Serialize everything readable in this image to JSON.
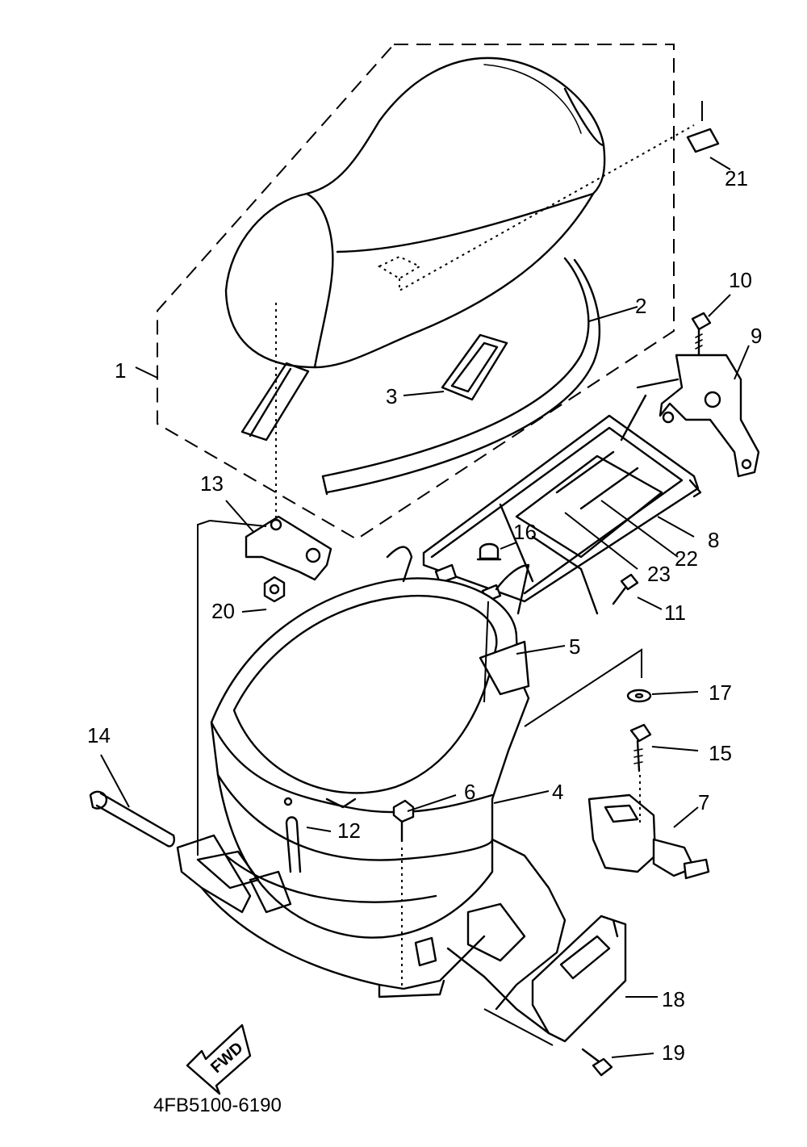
{
  "diagram": {
    "part_code": "4FB5100-6190",
    "fwd_label": "FWD",
    "callouts": {
      "c1": "1",
      "c2": "2",
      "c3": "3",
      "c4": "4",
      "c5": "5",
      "c6": "6",
      "c7": "7",
      "c8": "8",
      "c9": "9",
      "c10": "10",
      "c11": "11",
      "c12": "12",
      "c13": "13",
      "c14": "14",
      "c15": "15",
      "c16": "16",
      "c17": "17",
      "c18": "18",
      "c19": "19",
      "c20": "20",
      "c21": "21",
      "c22": "22",
      "c23": "23"
    }
  }
}
